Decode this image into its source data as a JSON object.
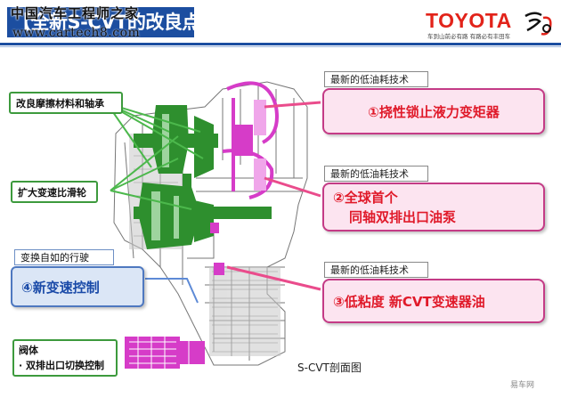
{
  "header": {
    "title": "【全新S-CVT的改良点】",
    "watermark_site": "中国汽车工程师之家",
    "watermark_url": "www.cartech8.com",
    "brand": "TOYOTA",
    "slogan": "车到山前必有路 有路必有丰田车",
    "brand_color": "#e2231a",
    "title_bg": "#1c4ea0"
  },
  "left_labels": [
    {
      "text": "改良摩擦材料和轴承"
    },
    {
      "text": "扩大变速比滑轮"
    }
  ],
  "control": {
    "tag": "变换自如的行驶",
    "main": "④新变速控制"
  },
  "valve": {
    "line1": "阀体",
    "line2": "· 双排出口切换控制"
  },
  "tech_items": [
    {
      "tag": "最新的低油耗技术",
      "line1": "①挠性锁止液力变矩器",
      "line2": ""
    },
    {
      "tag": "最新的低油耗技术",
      "line1": "②全球首个",
      "line2": "同轴双排出口油泵"
    },
    {
      "tag": "最新的低油耗技术",
      "line1": "③低粘度 新CVT变速器油",
      "line2": ""
    }
  ],
  "caption": "S-CVT剖面图",
  "footer_watermark": "易车网",
  "colors": {
    "green": "#2e8f2e",
    "magenta": "#d63cc8",
    "pink_border": "#c43b86",
    "red_text": "#e01a2a",
    "blue_text": "#1a4aa8"
  }
}
